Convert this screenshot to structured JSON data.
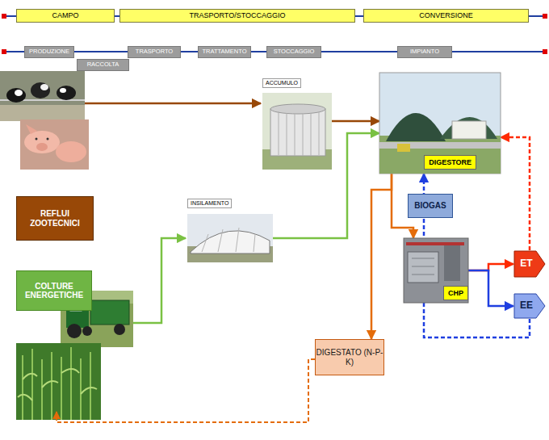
{
  "diagram": {
    "nodes": [
      {
        "text": [
          "CAMPO"
        ]
      },
      {
        "text": [
          "TRASPORTO/STOCCAGGIO"
        ]
      },
      {
        "text": [
          "CONVERSIONE"
        ]
      },
      {
        "text": [
          "PRODUZIONE"
        ]
      },
      {
        "text": [
          "RACCOLTA"
        ]
      },
      {
        "text": [
          "TRASPORTO"
        ]
      },
      {
        "text": [
          "TRATTAMENTO"
        ]
      },
      {
        "text": [
          "STOCCAGGIO"
        ]
      },
      {
        "text": [
          "IMPIANTO"
        ]
      },
      {
        "text": [
          "ACCUMULO"
        ]
      },
      {
        "text": [
          "DIGESTORE"
        ]
      },
      {
        "text": [
          "REFLUI ZOOTECNICI"
        ]
      },
      {
        "text": [
          "BIOGAS"
        ]
      },
      {
        "text": [
          "INSILAMENTO"
        ]
      },
      {
        "text": [
          "CHP"
        ]
      },
      {
        "text": [
          "ET"
        ]
      },
      {
        "text": [
          "EE"
        ]
      },
      {
        "text": [
          "COLTURE ENERGETICHE"
        ]
      },
      {
        "text": [
          "DIGESTATO (N-P-K)"
        ]
      }
    ],
    "edges": [
      {
        "from": 9,
        "to": 10,
        "arrow": "to"
      },
      {
        "from": 13,
        "to": 10,
        "arrow": "to"
      },
      {
        "from": 10,
        "to": 14,
        "arrow": "to"
      },
      {
        "from": 10,
        "to": 18,
        "arrow": "to"
      },
      {
        "from": 14,
        "to": 15,
        "arrow": "to"
      },
      {
        "from": 14,
        "to": 16,
        "arrow": "to"
      },
      {
        "from": 15,
        "to": 10,
        "arrow": "to"
      },
      {
        "from": 16,
        "to": 10,
        "arrow": "to"
      }
    ]
  }
}
